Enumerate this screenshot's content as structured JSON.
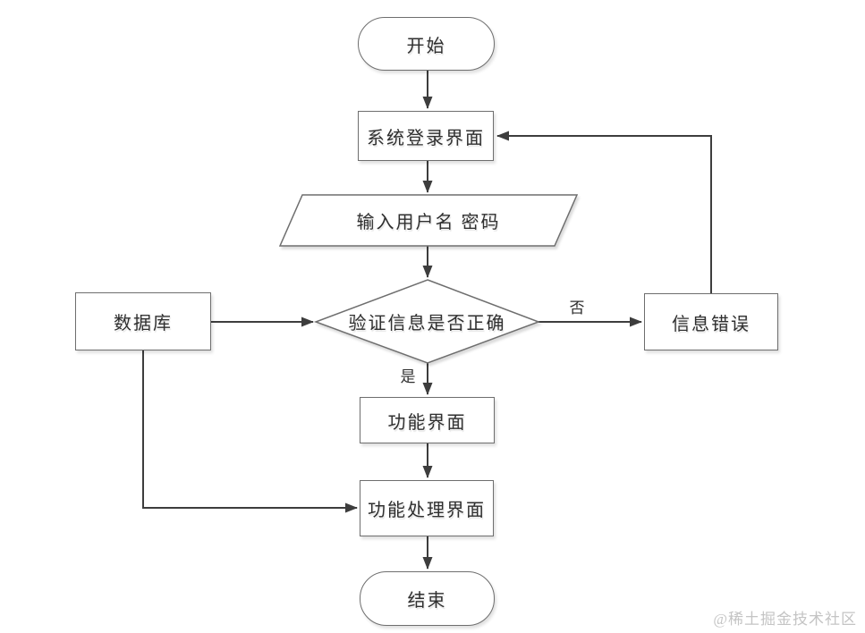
{
  "nodes": {
    "start": {
      "label": "开始",
      "shape": "stadium"
    },
    "login": {
      "label": "系统登录界面",
      "shape": "rectangle"
    },
    "input": {
      "label": "输入用户名 密码",
      "shape": "parallelogram"
    },
    "verify": {
      "label": "验证信息是否正确",
      "shape": "diamond"
    },
    "database": {
      "label": "数据库",
      "shape": "rectangle"
    },
    "error": {
      "label": "信息错误",
      "shape": "rectangle"
    },
    "function_ui": {
      "label": "功能界面",
      "shape": "rectangle"
    },
    "process_ui": {
      "label": "功能处理界面",
      "shape": "rectangle"
    },
    "end": {
      "label": "结束",
      "shape": "stadium"
    }
  },
  "edges": [
    {
      "from": "start",
      "to": "login",
      "label": ""
    },
    {
      "from": "login",
      "to": "input",
      "label": ""
    },
    {
      "from": "input",
      "to": "verify",
      "label": ""
    },
    {
      "from": "verify",
      "to": "function_ui",
      "label": "是"
    },
    {
      "from": "function_ui",
      "to": "process_ui",
      "label": ""
    },
    {
      "from": "process_ui",
      "to": "end",
      "label": ""
    },
    {
      "from": "database",
      "to": "verify",
      "label": ""
    },
    {
      "from": "verify",
      "to": "error",
      "label": "否"
    },
    {
      "from": "error",
      "to": "login",
      "label": ""
    },
    {
      "from": "database",
      "to": "process_ui",
      "label": ""
    }
  ],
  "colors": {
    "line": "#3d3d3d",
    "shape_border": "#6e6e6e",
    "shape_fill": "#ffffff",
    "text": "#2f2f2f",
    "background": "#ffffff",
    "watermark": "#c4c4c4"
  },
  "watermark": {
    "text": "@稀土掘金技术社区"
  }
}
